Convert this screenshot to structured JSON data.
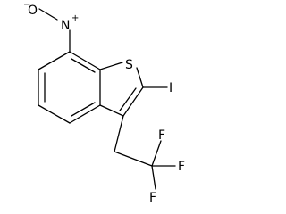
{
  "molecule": {
    "atoms": {
      "nitro_oxygen": "O",
      "nitro_charge": "−",
      "nitro_nitrogen": "N",
      "nitro_n_charge": "+",
      "sulfur": "S",
      "iodine": "I",
      "fluorine_top": "F",
      "fluorine_right": "F",
      "fluorine_bottom": "F"
    }
  }
}
